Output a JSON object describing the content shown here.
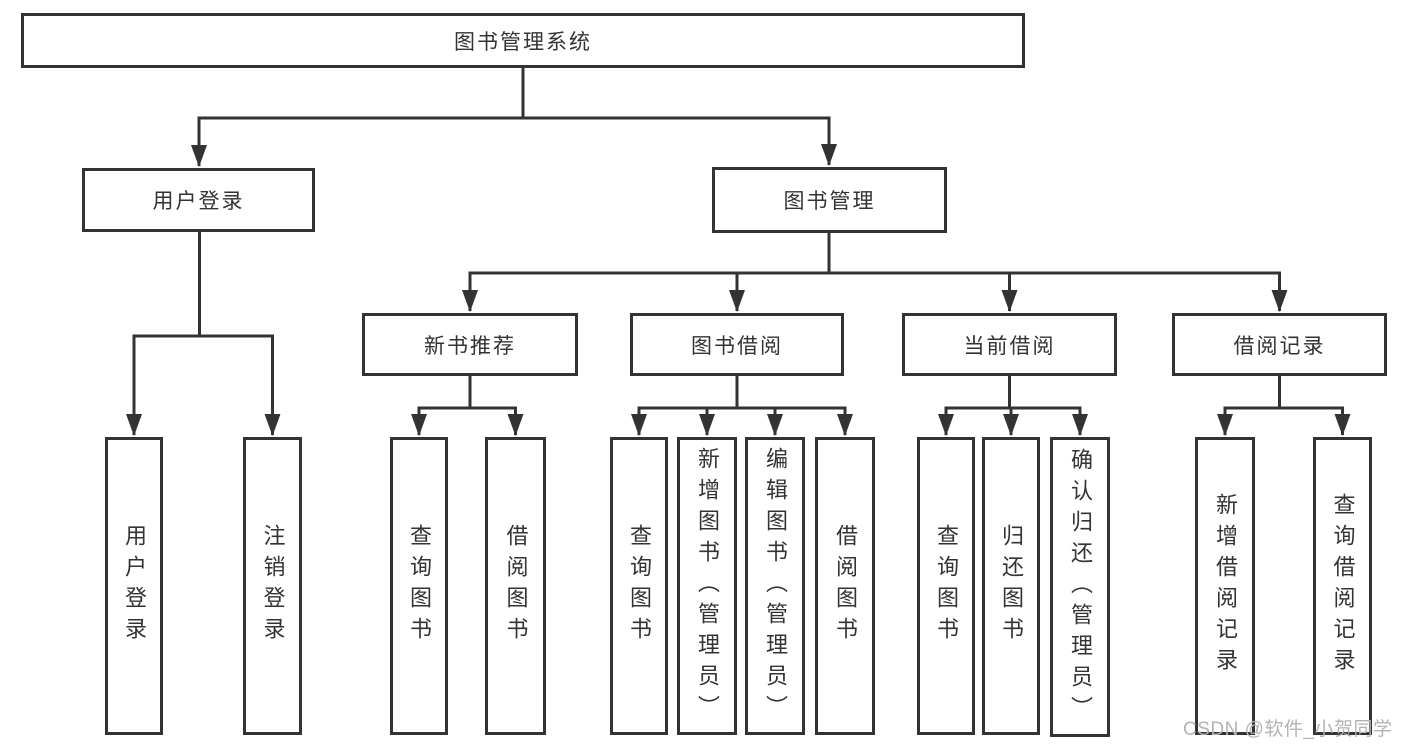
{
  "diagram": {
    "root": "图书管理系统",
    "level2": [
      "用户登录",
      "图书管理"
    ],
    "level3": [
      "新书推荐",
      "图书借阅",
      "当前借阅",
      "借阅记录"
    ],
    "leaves": {
      "user_login": [
        "用户登录",
        "注销登录"
      ],
      "new_book_recommend": [
        "查询图书",
        "借阅图书"
      ],
      "book_borrow": [
        "查询图书",
        "新增图书（管理员）",
        "编辑图书（管理员）",
        "借阅图书"
      ],
      "current_borrow": [
        "查询图书",
        "归还图书",
        "确认归还（管理员）"
      ],
      "borrow_records": [
        "新增借阅记录",
        "查询借阅记录"
      ]
    }
  },
  "watermark": "CSDN @软件_小贺同学",
  "colors": {
    "line": "#333333",
    "text": "#333333",
    "box_background": "#ffffff",
    "watermark": "#b3b3b3",
    "background": "#ffffff"
  }
}
